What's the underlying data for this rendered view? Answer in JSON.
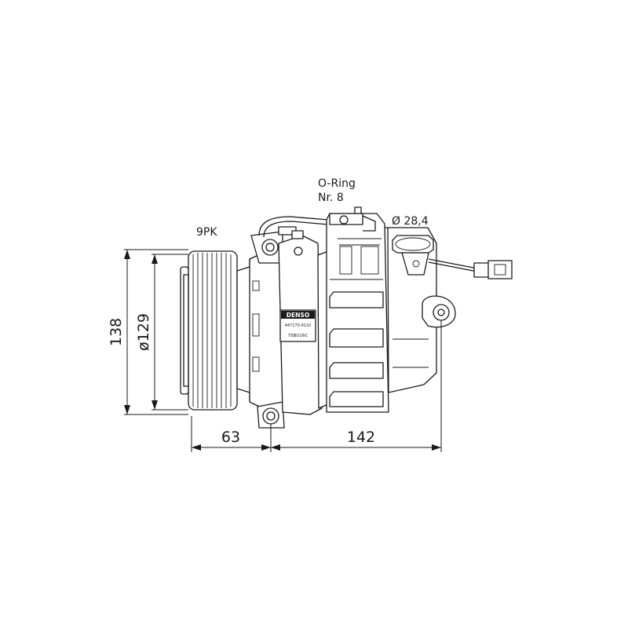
{
  "labels": {
    "belt": "9PK",
    "oring_line1": "O-Ring",
    "oring_line2": "Nr. 8",
    "port_diameter": "Ø 28,4",
    "height": "138",
    "pulley_diameter": "ø129",
    "pulley_offset": "63",
    "body_length": "142"
  },
  "nameplate": {
    "brand": "DENSO",
    "part_number": "447170-9110",
    "model": "7SBU16C"
  }
}
